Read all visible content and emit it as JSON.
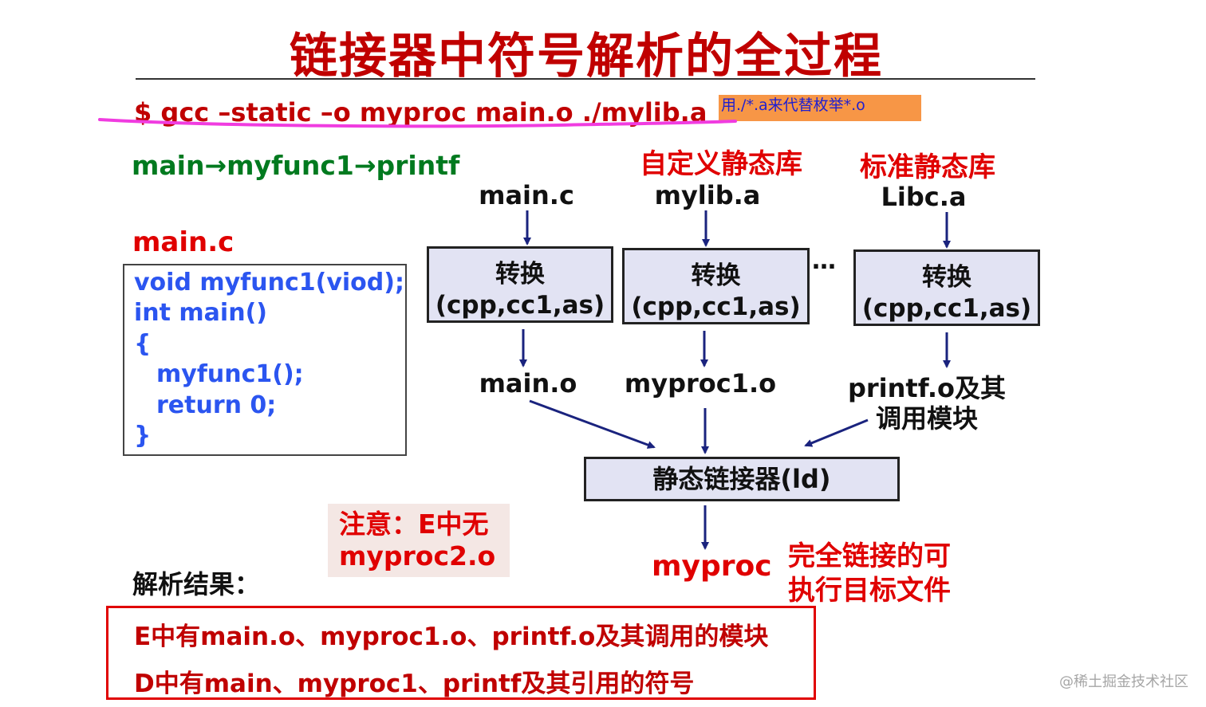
{
  "title": "链接器中符号解析的全过程",
  "command": "$ gcc –static –o myproc main.o ./mylib.a",
  "highlight_note": "用./*.a来代替枚举*.o",
  "call_chain": "main→myfunc1→printf",
  "main_c_section": {
    "label": "main.c",
    "code_lines": [
      "void myfunc1(viod);",
      "int main()",
      "{",
      "myfunc1();",
      "return 0;",
      "}"
    ]
  },
  "custom_lib_label": "自定义静态库",
  "std_lib_label": "标准静态库",
  "columns": [
    {
      "input": "main.c",
      "process_line1": "转换",
      "process_line2": "(cpp,cc1,as)",
      "output": "main.o"
    },
    {
      "input": "mylib.a",
      "process_line1": "转换",
      "process_line2": "(cpp,cc1,as)",
      "output": "myproc1.o"
    },
    {
      "input": "Libc.a",
      "process_line1": "转换",
      "process_line2": "(cpp,cc1,as)",
      "output_line1": "printf.o及其",
      "output_line2": "调用模块"
    }
  ],
  "ellipsis": "…",
  "linker_label": "静态链接器(ld)",
  "output_label": "myproc",
  "output_desc_line1": "完全链接的可",
  "output_desc_line2": "执行目标文件",
  "note_line1": "注意：E中无",
  "note_line2": "myproc2.o",
  "result_heading": "解析结果：",
  "result_line1": "E中有main.o、myproc1.o、printf.o及其调用的模块",
  "result_line2": "D中有main、myproc1、printf及其引用的符号",
  "watermark": "@稀土掘金技术社区",
  "colors": {
    "title_red": "#c00000",
    "command_red": "#c00000",
    "highlight_bg": "#f79646",
    "highlight_text": "#1f1fd0",
    "chain_green": "#007a1f",
    "code_blue": "#2b55f0",
    "annotation_red": "#e00000",
    "pink_stroke": "#f03ce0",
    "box_fill": "#e2e3f3",
    "arrow_navy": "#1a237e"
  }
}
